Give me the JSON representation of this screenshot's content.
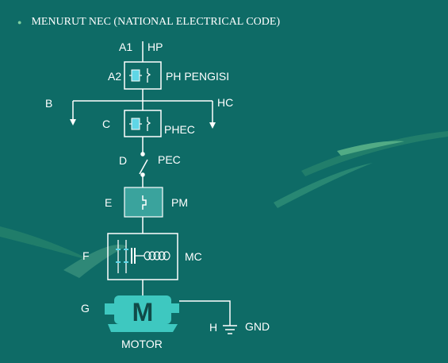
{
  "title": "MENURUT NEC (NATIONAL ELECTRICAL CODE)",
  "labels": {
    "a1": "A1",
    "hp": "HP",
    "a2": "A2",
    "ph_pengisi": "PH PENGISI",
    "b": "B",
    "hc": "HC",
    "c": "C",
    "phec": "PHEC",
    "d": "D",
    "pec": "PEC",
    "e": "E",
    "pm": "PM",
    "f": "F",
    "mc": "MC",
    "g": "G",
    "motor_letter": "M",
    "motor": "MOTOR",
    "h": "H",
    "gnd": "GND"
  },
  "colors": {
    "background": "#0e6b66",
    "line": "#ffffff",
    "fuse": "#5fd6e6",
    "pm_box": "#3aa39d",
    "motor": "#3ec8c0"
  }
}
